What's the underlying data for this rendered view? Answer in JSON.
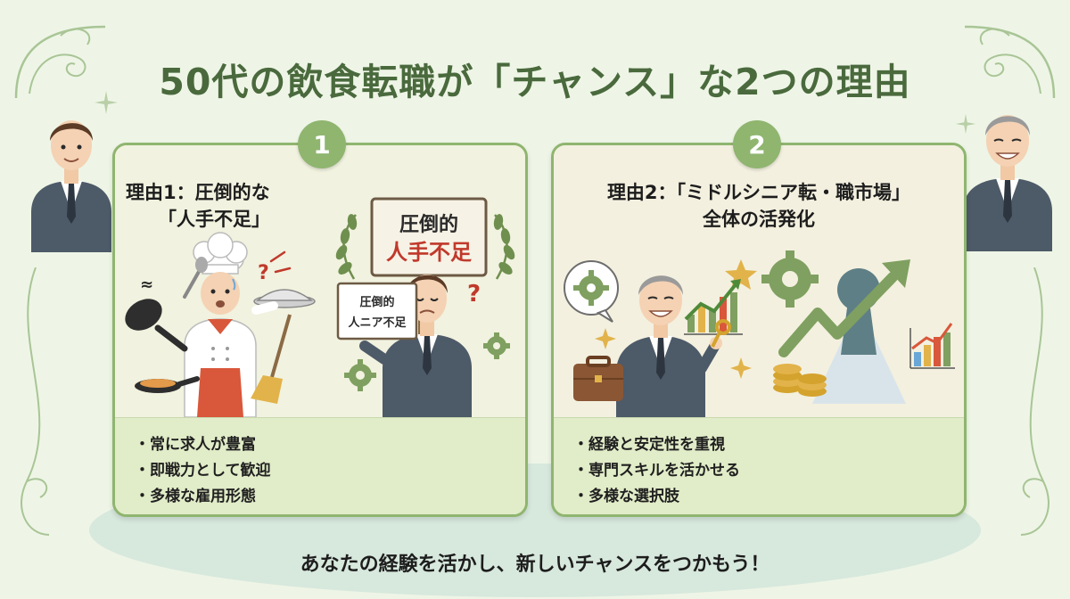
{
  "title": "50代の飲食転職が「チャンス」な2つの理由",
  "reasons": [
    {
      "number": "1",
      "heading_line1": "理由1：圧倒的な",
      "heading_line2": "「人手不足」",
      "sign_main_line1": "圧倒的",
      "sign_main_line2": "人手不足",
      "sign_small_line1": "圧倒的",
      "sign_small_line2": "人ニア不足",
      "bullets": [
        "・常に求人が豊富",
        "・即戦力として歓迎",
        "・多様な雇用形態"
      ]
    },
    {
      "number": "2",
      "heading_line1": "理由2：「ミドルシニア転・職市場」",
      "heading_line2": "全体の活発化",
      "bullets": [
        "・経験と安定性を重視",
        "・専門スキルを活かせる",
        "・多様な選択肢"
      ]
    }
  ],
  "footer": "あなたの経験を活かし、新しいチャンスをつかもう！",
  "colors": {
    "background": "#eef5e6",
    "accent_green": "#8fb56f",
    "title_green": "#4a6a3d",
    "sign_red": "#c0392b",
    "suit_gray": "#4d5a68"
  },
  "icons": [
    "chef-icon",
    "frying-pan-icon",
    "broom-icon",
    "laurel-icon",
    "gear-icon",
    "star-icon",
    "briefcase-icon",
    "key-icon",
    "growth-chart-icon",
    "keyhole-icon",
    "coins-icon",
    "businessman-icon"
  ]
}
